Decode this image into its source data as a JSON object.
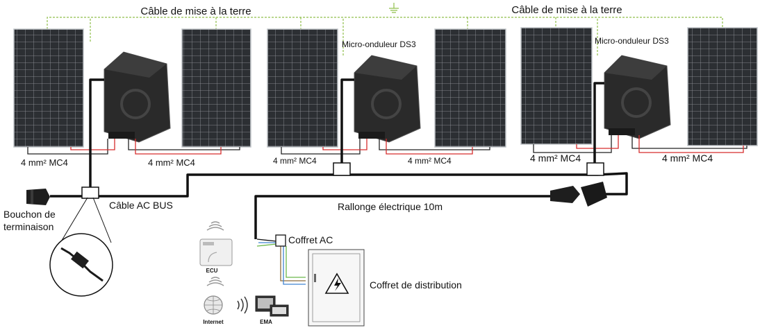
{
  "labels": {
    "ground_cable_left": "Câble de mise à la terre",
    "ground_cable_right": "Câble de mise à la terre",
    "inverter_mid": "Micro-onduleur DS3",
    "inverter_right": "Micro-onduleur DS3",
    "mc4_1": "4 mm² MC4",
    "mc4_2": "4 mm² MC4",
    "mc4_3": "4 mm² MC4",
    "mc4_4": "4 mm² MC4",
    "mc4_5": "4 mm² MC4",
    "mc4_6": "4 mm² MC4",
    "end_cap_line1": "Bouchon de",
    "end_cap_line2": "terminaison",
    "ac_bus": "Câble AC BUS",
    "extension": "Rallonge électrique 10m",
    "ac_box": "Coffret AC",
    "distribution_box": "Coffret de distribution",
    "ecu": "ECU",
    "internet": "Internet",
    "ema": "EMA"
  },
  "colors": {
    "ground_wire": "#8fbf4a",
    "dc_positive": "#d62c2c",
    "dc_negative": "#222222",
    "panel": "#2c2f33",
    "inverter": "#2a2a2a"
  }
}
